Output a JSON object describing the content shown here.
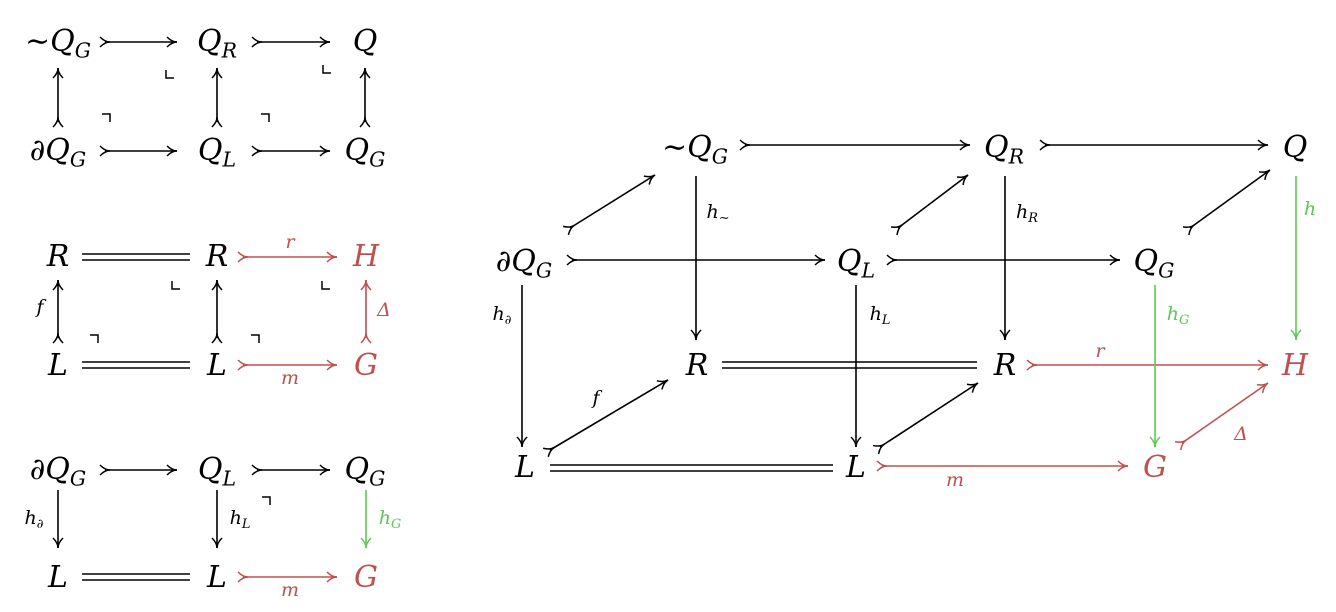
{
  "colors": {
    "black": "#000000",
    "red": "#c0504d",
    "green": "#5cc94f"
  },
  "diagrams": {
    "top_square": {
      "nodes": {
        "neg_q_g": "∼Q_G",
        "q_r": "Q_R",
        "q": "Q",
        "partial_q_g": "∂Q_G",
        "q_l": "Q_L",
        "q_g": "Q_G"
      }
    },
    "middle_square": {
      "nodes": {
        "r1": "R",
        "r2": "R",
        "h": "H",
        "l1": "L",
        "l2": "L",
        "g": "G"
      },
      "labels": {
        "r": "r",
        "m": "m",
        "f": "f",
        "delta": "Δ"
      }
    },
    "bottom_square": {
      "nodes": {
        "partial_q_g": "∂Q_G",
        "q_l": "Q_L",
        "q_g": "Q_G",
        "l1": "L",
        "l2": "L",
        "g": "G"
      },
      "labels": {
        "h_partial": "h_∂",
        "h_l": "h_L",
        "h_g": "h_G",
        "m": "m"
      }
    },
    "cube": {
      "nodes": {
        "neg_q_g": "∼Q_G",
        "q_r": "Q_R",
        "q": "Q",
        "partial_q_g": "∂Q_G",
        "q_l": "Q_L",
        "q_g": "Q_G",
        "r1": "R",
        "r2": "R",
        "h": "H",
        "l1": "L",
        "l2": "L",
        "g": "G"
      },
      "labels": {
        "h_neg": "h_∼",
        "h_r": "h_R",
        "h": "h",
        "h_partial": "h_∂",
        "h_l": "h_L",
        "h_g": "h_G",
        "r": "r",
        "f": "f",
        "m": "m",
        "delta": "Δ"
      }
    }
  }
}
